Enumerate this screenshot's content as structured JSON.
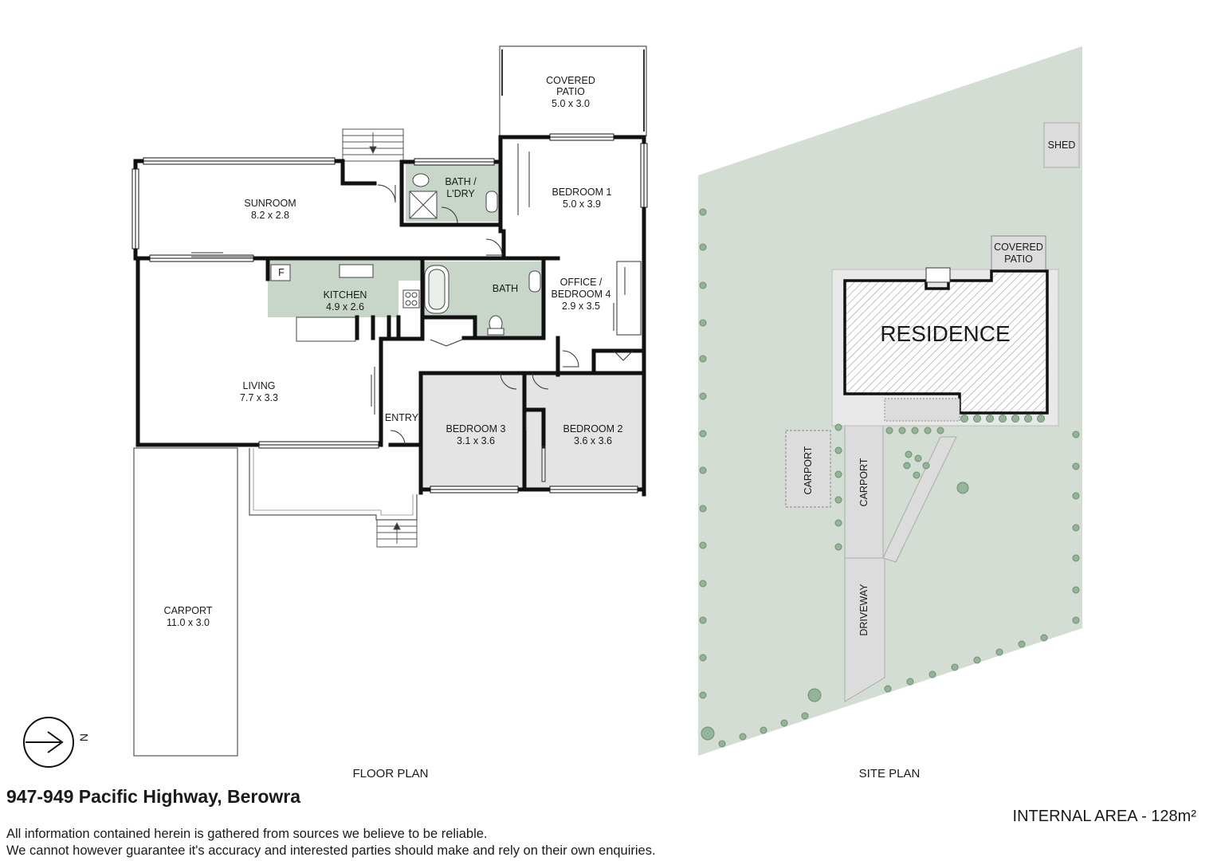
{
  "title": "947-949 Pacific Highway, Berowra",
  "internal_area": "INTERNAL AREA - 128m²",
  "disclaimer": {
    "line1": "All information contained herein is gathered from sources we believe to be reliable.",
    "line2": "We cannot however guarantee it's accuracy and interested parties should make and rely on their own enquiries."
  },
  "floor_plan": {
    "caption": "FLOOR PLAN",
    "rooms": {
      "covered_patio": {
        "name1": "COVERED",
        "name2": "PATIO",
        "size": "5.0 x 3.0"
      },
      "sunroom": {
        "name": "SUNROOM",
        "size": "8.2 x 2.8"
      },
      "bath_laundry": {
        "name1": "BATH /",
        "name2": "L'DRY"
      },
      "bedroom1": {
        "name": "BEDROOM 1",
        "size": "5.0 x 3.9"
      },
      "kitchen": {
        "name": "KITCHEN",
        "size": "4.9 x 2.6",
        "fridge": "F"
      },
      "bath": {
        "name": "BATH"
      },
      "office": {
        "name1": "OFFICE /",
        "name2": "BEDROOM 4",
        "size": "2.9 x 3.5"
      },
      "living": {
        "name": "LIVING",
        "size": "7.7 x 3.3"
      },
      "entry": {
        "name": "ENTRY"
      },
      "bedroom3": {
        "name": "BEDROOM 3",
        "size": "3.1 x 3.6"
      },
      "bedroom2": {
        "name": "BEDROOM 2",
        "size": "3.6 x 3.6"
      },
      "carport": {
        "name": "CARPORT",
        "size": "11.0 x 3.0"
      }
    },
    "compass_label": "N"
  },
  "site_plan": {
    "caption": "SITE PLAN",
    "labels": {
      "shed": "SHED",
      "covered_patio1": "COVERED",
      "covered_patio2": "PATIO",
      "residence": "RESIDENCE",
      "carport_left": "CARPORT",
      "carport_right": "CARPORT",
      "driveway": "DRIVEWAY"
    }
  },
  "colors": {
    "wall": "#111111",
    "wet_area": "#c8d5c9",
    "bedroom_fill": "#e4e4e4",
    "site_green": "#d3ddd3",
    "shrub": "#93b496",
    "pavement": "#dcdcdc"
  }
}
